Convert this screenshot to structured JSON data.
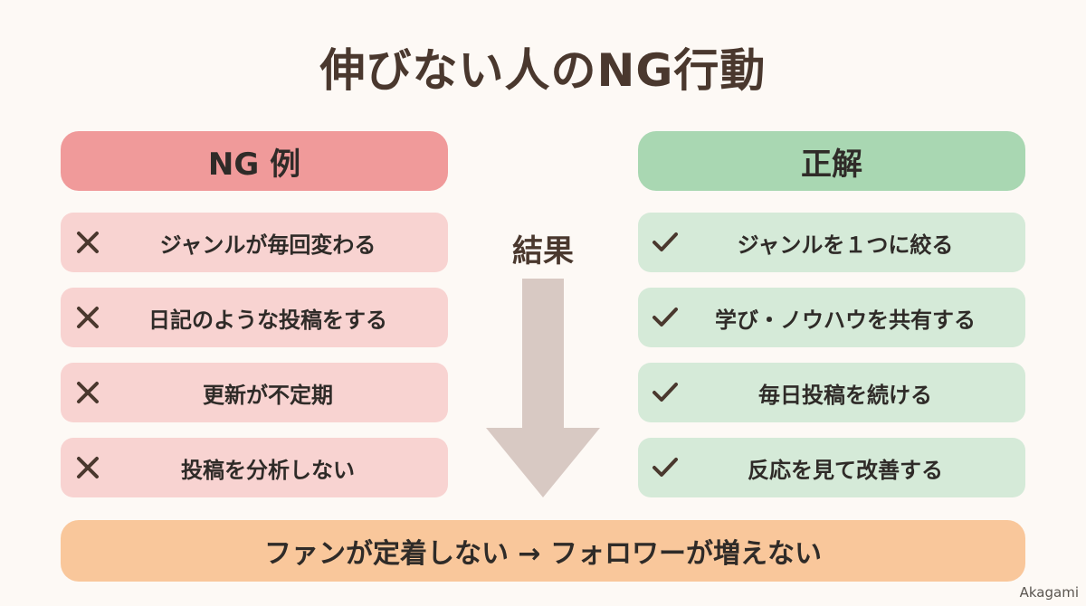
{
  "title": "伸びない人のNG行動",
  "ng": {
    "header": "NG 例",
    "items": [
      {
        "text": "ジャンルが毎回変わる",
        "icon": "cross-icon"
      },
      {
        "text": "日記のような投稿をする",
        "icon": "cross-icon"
      },
      {
        "text": "更新が不定期",
        "icon": "cross-icon"
      },
      {
        "text": "投稿を分析しない",
        "icon": "cross-icon"
      }
    ]
  },
  "ok": {
    "header": "正解",
    "items": [
      {
        "text": "ジャンルを１つに絞る",
        "icon": "check-icon"
      },
      {
        "text": "学び・ノウハウを共有する",
        "icon": "check-icon"
      },
      {
        "text": "毎日投稿を続ける",
        "icon": "check-icon"
      },
      {
        "text": "反応を見て改善する",
        "icon": "check-icon"
      }
    ]
  },
  "result_label": "結果",
  "bottom": "ファンが定着しない → フォロワーが増えない",
  "credit": "Akagami",
  "colors": {
    "ng_header": "#f09a9a",
    "ng_row": "#f8d3d1",
    "ok_header": "#a9d7b2",
    "ok_row": "#d5ead8",
    "bottom": "#f9c79b",
    "arrow": "#d8c9c3",
    "title": "#4a382e"
  }
}
